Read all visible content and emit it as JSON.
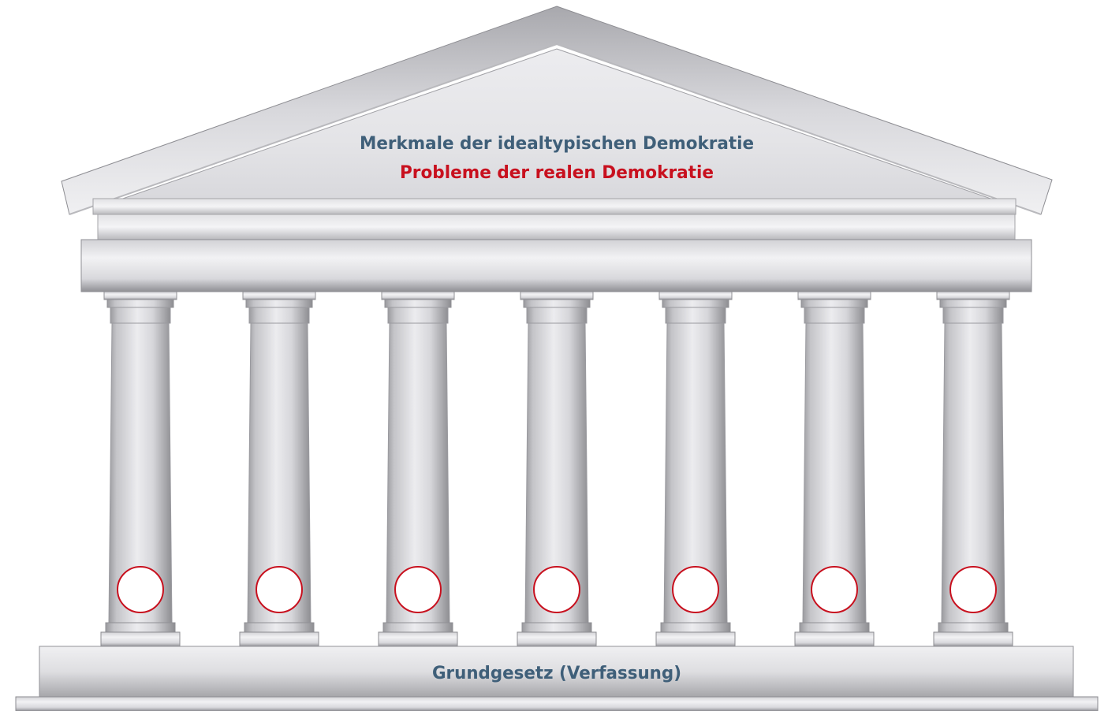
{
  "pediment": {
    "title": "Merkmale der idealtypischen Demokratie",
    "subtitle": "Probleme der realen Demokratie"
  },
  "foundation": {
    "label": "Grundgesetz (Verfassung)"
  },
  "columns": {
    "count": 7,
    "slot_label": ""
  },
  "colors": {
    "title": "#3f5f79",
    "subtitle": "#c8101e",
    "slot_ring": "#c8101e",
    "slot_fill": "#ffffff"
  }
}
